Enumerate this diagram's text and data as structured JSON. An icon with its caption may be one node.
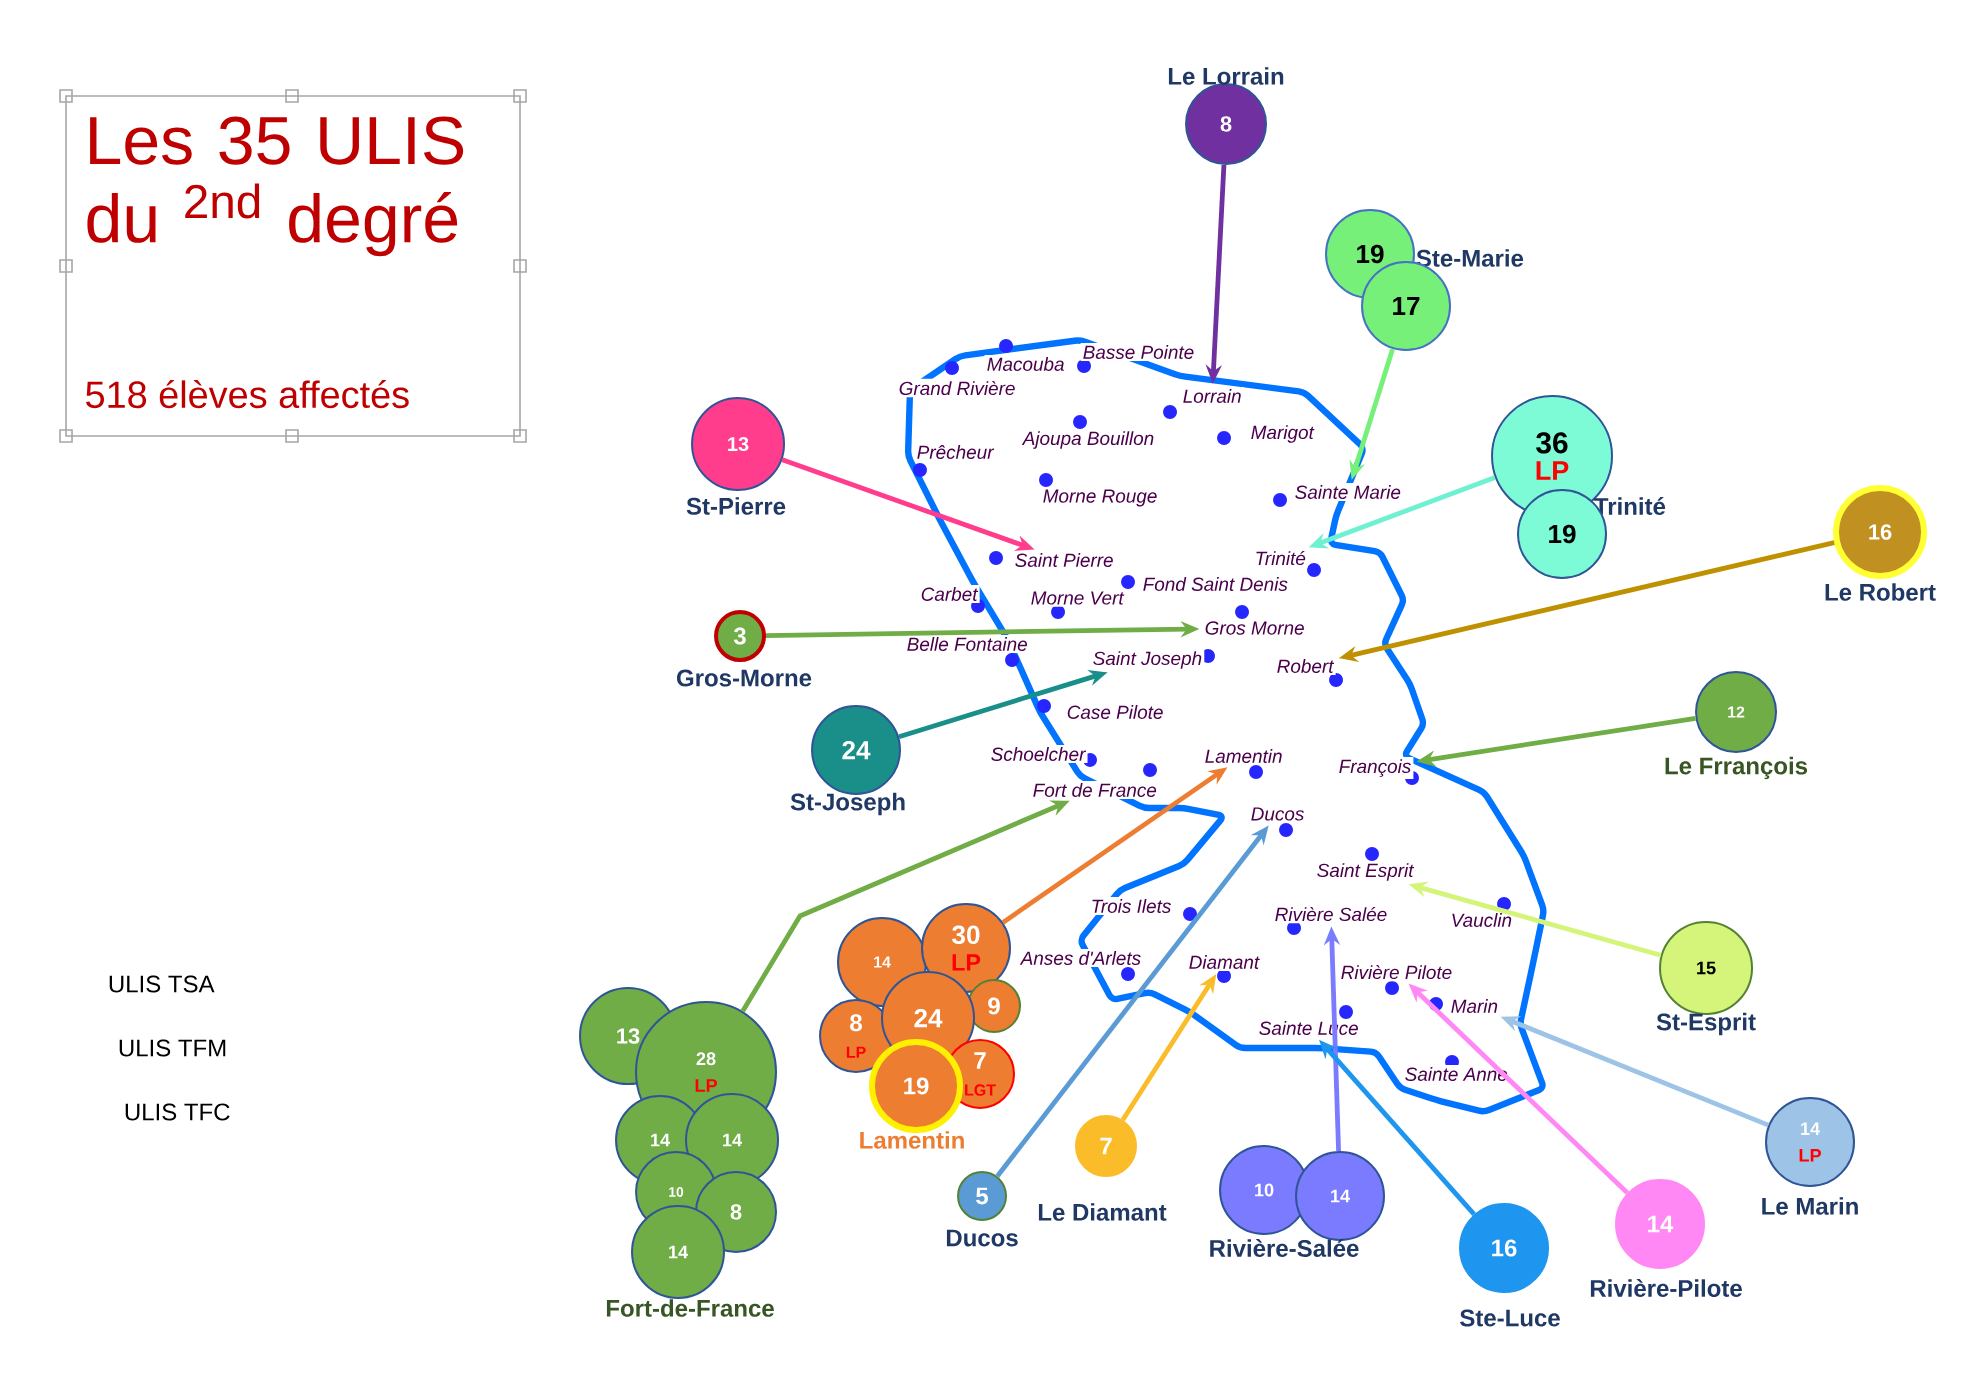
{
  "diagram": {
    "title": "Les 35 ULIS du $^{2nd}$ degré",
    "nodes": [
      {
        "text": [
          "8"
        ],
        "beside": [
          "Le Lorrain"
        ]
      },
      {
        "text": [
          "19"
        ],
        "beside": [
          "Ste-Marie"
        ]
      },
      {
        "text": [
          "17"
        ]
      },
      {
        "text": [
          "13"
        ],
        "beside": [
          "St-Pierre"
        ]
      },
      {
        "text": [
          "36",
          "LP"
        ],
        "beside": [
          "Trinité"
        ]
      },
      {
        "text": [
          "19"
        ]
      },
      {
        "text": [
          "16"
        ],
        "beside": [
          "Le Robert"
        ]
      },
      {
        "text": [
          "3"
        ],
        "beside": [
          "Gros-Morne"
        ]
      },
      {
        "text": [
          "12"
        ],
        "beside": [
          "Le Frrançois"
        ]
      },
      {
        "text": [
          "24"
        ],
        "beside": [
          "St-Joseph"
        ]
      },
      {
        "text": [
          "14"
        ]
      },
      {
        "text": [
          "30",
          "LP"
        ]
      },
      {
        "text": [
          "9"
        ]
      },
      {
        "text": [
          "8",
          "LP"
        ]
      },
      {
        "text": [
          "24"
        ]
      },
      {
        "text": [
          "7",
          "LGT"
        ]
      },
      {
        "text": [
          "19"
        ],
        "beside": [
          "Lamentin"
        ]
      },
      {
        "text": [
          "15"
        ],
        "beside": [
          "St-Esprit"
        ]
      },
      {
        "text": [
          "13"
        ]
      },
      {
        "text": [
          "28",
          "LP"
        ]
      },
      {
        "text": [
          "14"
        ]
      },
      {
        "text": [
          "14"
        ]
      },
      {
        "text": [
          "10"
        ]
      },
      {
        "text": [
          "8"
        ]
      },
      {
        "text": [
          "14"
        ],
        "beside": [
          "Fort-de-France"
        ]
      },
      {
        "text": [
          "5"
        ],
        "beside": [
          "Ducos"
        ]
      },
      {
        "text": [
          "7"
        ],
        "beside": [
          "Le Diamant"
        ]
      },
      {
        "text": [
          "10"
        ]
      },
      {
        "text": [
          "14"
        ],
        "beside": [
          "Rivière-Salée"
        ]
      },
      {
        "text": [
          "14",
          "LP"
        ],
        "beside": [
          "Le Marin"
        ]
      },
      {
        "text": [
          "16"
        ],
        "beside": [
          "Ste-Luce"
        ]
      },
      {
        "text": [
          "14"
        ],
        "beside": [
          "Rivière-Pilote"
        ]
      },
      {
        "text": [
          "Lorrain"
        ]
      },
      {
        "text": [
          "Sainte Marie"
        ]
      },
      {
        "text": [
          "Trinité"
        ]
      },
      {
        "text": [
          "Saint Pierre"
        ]
      },
      {
        "text": [
          "Gros Morne"
        ]
      },
      {
        "text": [
          "Saint Joseph"
        ]
      },
      {
        "text": [
          "Robert"
        ]
      },
      {
        "text": [
          "Lamentin"
        ]
      },
      {
        "text": [
          "François"
        ]
      },
      {
        "text": [
          "Fort de France"
        ]
      },
      {
        "text": [
          "Ducos"
        ]
      },
      {
        "text": [
          "Saint Esprit"
        ]
      },
      {
        "text": [
          "Rivière Salée"
        ]
      },
      {
        "text": [
          "Diamant"
        ]
      },
      {
        "text": [
          "Rivière Pilote"
        ]
      },
      {
        "text": [
          "Marin"
        ]
      },
      {
        "text": [
          "Sainte Luce"
        ]
      }
    ],
    "edges": [
      {
        "from": 0,
        "to": 32,
        "arrow": "to",
        "color": "#7030a0"
      },
      {
        "from": 2,
        "to": 33,
        "arrow": "to",
        "color": "#77f07a"
      },
      {
        "from": 3,
        "to": 35,
        "arrow": "to",
        "color": "#ff3d8c"
      },
      {
        "from": 4,
        "to": 34,
        "arrow": "to",
        "color": "#6ff0d0"
      },
      {
        "from": 6,
        "to": 38,
        "arrow": "to",
        "color": "#bf9000"
      },
      {
        "from": 7,
        "to": 36,
        "arrow": "to",
        "color": "#70ad47"
      },
      {
        "from": 9,
        "to": 37,
        "arrow": "to",
        "color": "#1a8f8a"
      },
      {
        "from": 8,
        "to": 40,
        "arrow": "to",
        "color": "#70ad47"
      },
      {
        "from": 19,
        "to": 41,
        "arrow": "to",
        "color": "#70ad47"
      },
      {
        "from": 11,
        "to": 39,
        "arrow": "to",
        "color": "#ed7d31"
      },
      {
        "from": 25,
        "to": 42,
        "arrow": "to",
        "color": "#5b9bd5"
      },
      {
        "from": 26,
        "to": 45,
        "arrow": "to",
        "color": "#fbbc2a"
      },
      {
        "from": 28,
        "to": 44,
        "arrow": "to",
        "color": "#7b7bff"
      },
      {
        "from": 30,
        "to": 48,
        "arrow": "to",
        "color": "#1e96f0"
      },
      {
        "from": 31,
        "to": 46,
        "arrow": "to",
        "color": "#ff88f5"
      },
      {
        "from": 17,
        "to": 43,
        "arrow": "to",
        "color": "#d5f57a"
      },
      {
        "from": 29,
        "to": 47,
        "arrow": "to",
        "color": "#9dc3e6"
      }
    ],
    "labels": [
      "518 élèves affectés",
      "Macouba",
      "Basse Pointe",
      "Grand Rivière",
      "Prêcheur",
      "Ajoupa Bouillon",
      "Marigot",
      "Morne Rouge",
      "Fond Saint Denis",
      "Carbet",
      "Morne Vert",
      "Belle Fontaine",
      "Case Pilote",
      "Schoelcher",
      "Vauclin",
      "Trois Ilets",
      "Anses d'Arlets",
      "Sainte Anne"
    ],
    "legend": [
      {
        "text": "ULIS TSA"
      },
      {
        "text": "ULIS TFM"
      },
      {
        "text": "ULIS TFC"
      }
    ]
  }
}
